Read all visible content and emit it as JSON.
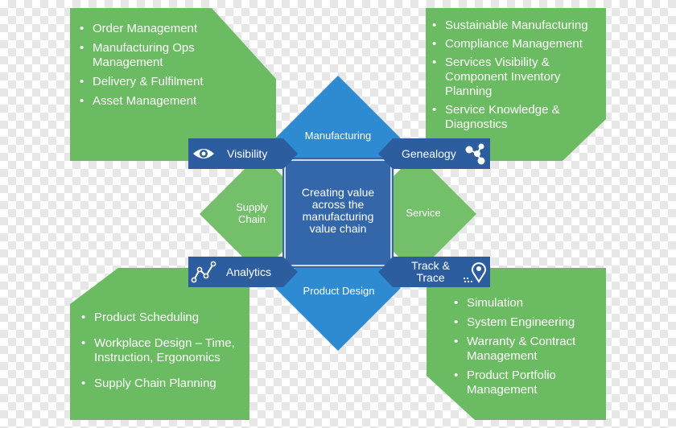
{
  "colors": {
    "panel_green": "#6abb61",
    "diamond_green": "#74c06a",
    "diamond_blue": "#2f8bd1",
    "bar_navy": "#2b5d9f",
    "center_blue": "#3367a9",
    "text": "#ffffff"
  },
  "top_left_panel": {
    "items": [
      "Order Management",
      "Manufacturing Ops Management",
      "Delivery & Fulfilment",
      "Asset Management"
    ]
  },
  "top_right_panel": {
    "items": [
      "Sustainable Manufacturing",
      "Compliance Management",
      "Services Visibility & Component Inventory Planning",
      "Service Knowledge & Diagnostics"
    ]
  },
  "bottom_left_panel": {
    "items": [
      "Product Scheduling",
      "Workplace Design – Time, Instruction, Ergonomics",
      "Supply Chain Planning"
    ]
  },
  "bottom_right_panel": {
    "items": [
      "Simulation",
      "System Engineering",
      "Warranty & Contract Management",
      "Product Portfolio Management"
    ]
  },
  "diamonds": {
    "top": "Manufacturing",
    "bottom": "Product Design",
    "left": "Supply Chain",
    "right": "Service"
  },
  "bars": {
    "visibility": {
      "label": "Visibility",
      "icon": "eye-icon"
    },
    "genealogy": {
      "label": "Genealogy",
      "icon": "network-nodes-icon"
    },
    "analytics": {
      "label": "Analytics",
      "icon": "line-graph-icon"
    },
    "track_trace": {
      "label": "Track & Trace",
      "icon": "location-pin-icon"
    }
  },
  "center": {
    "text": "Creating value across the manufacturing value chain"
  }
}
